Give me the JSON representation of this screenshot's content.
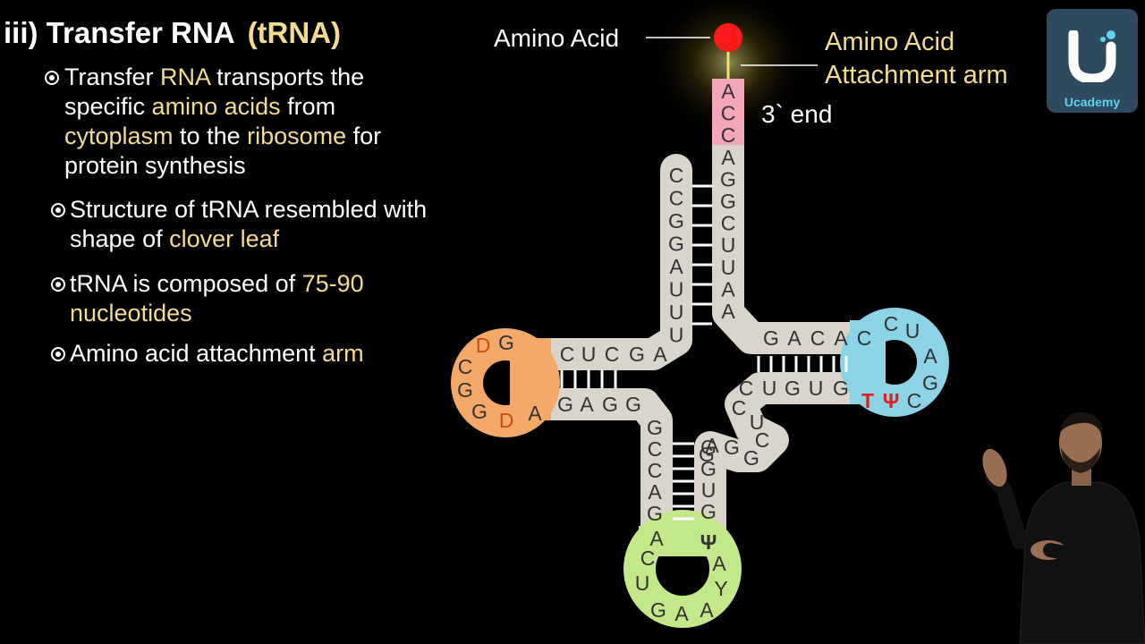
{
  "slide": {
    "title_main": "iii) Transfer RNA",
    "title_paren": "(tRNA)",
    "bullets": [
      {
        "parts": [
          "Transfer ",
          "RNA",
          " transports the specific ",
          "amino acids",
          " from ",
          "cytoplasm",
          " to the ",
          "ribosome",
          " for protein synthesis"
        ]
      },
      {
        "parts": [
          "Structure of tRNA resembled with shape of ",
          "clover leaf"
        ]
      },
      {
        "parts": [
          "tRNA is composed of ",
          "75-90 nucleotides"
        ]
      },
      {
        "parts": [
          "Amino acid attachment ",
          "arm"
        ]
      }
    ]
  },
  "diagram": {
    "label_amino_acid": "Amino Acid",
    "label_attachment_1": "Amino Acid",
    "label_attachment_2": "Attachment arm",
    "label_3_end": "3` end",
    "acceptor_5_prime": [
      "C",
      "C",
      "G",
      "G",
      "A",
      "U",
      "U",
      "U"
    ],
    "acceptor_3_prime": [
      "A",
      "C",
      "C",
      "A",
      "G",
      "G",
      "C",
      "U",
      "U",
      "A",
      "A"
    ],
    "d_stem_top": [
      "A",
      "G",
      "C",
      "U",
      "C"
    ],
    "d_stem_bottom": [
      "G",
      "A",
      "G",
      "G"
    ],
    "d_loop": [
      "G",
      "D",
      "C",
      "G",
      "G",
      "D",
      "A"
    ],
    "t_stem_top": [
      "G",
      "A",
      "C",
      "A",
      "C"
    ],
    "t_stem_bottom": [
      "C",
      "U",
      "G",
      "U",
      "G"
    ],
    "t_loop": [
      "C",
      "U",
      "A",
      "G",
      "C",
      "Ψ",
      "T"
    ],
    "variable_loop": [
      "C",
      "U",
      "C",
      "G",
      "G",
      "A",
      "G"
    ],
    "anticodon_stem_left": [
      "G",
      "C",
      "C",
      "A",
      "G"
    ],
    "anticodon_stem_right": [
      "G",
      "G",
      "U",
      "G"
    ],
    "anticodon_loop": [
      "A",
      "C",
      "U",
      "G",
      "A",
      "A",
      "Y",
      "A",
      "Ψ"
    ],
    "colors": {
      "backbone": "#d9d4cc",
      "acceptor_end": "#f2a6b8",
      "d_loop": "#f4a96a",
      "t_loop": "#8dd3e6",
      "anticodon_loop": "#c3e88a",
      "amino_acid": "#ff2020",
      "text_highlight": "#f3dc8f"
    }
  },
  "logo": {
    "letter": "U",
    "name": "Ucademy"
  }
}
